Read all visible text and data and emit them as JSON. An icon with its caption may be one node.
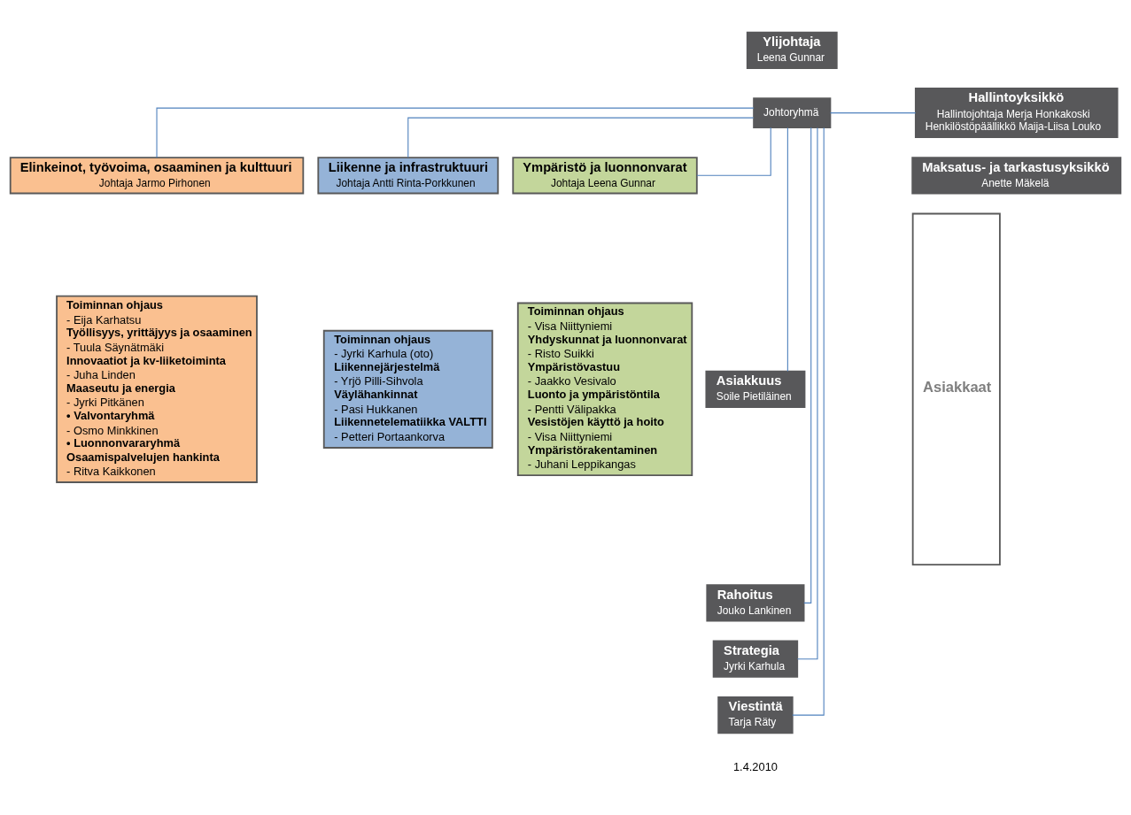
{
  "diagram": {
    "nodes": [
      {
        "text": [
          "Ylijohtaja",
          "Leena Gunnar"
        ]
      },
      {
        "text": [
          "Johtoryhmä"
        ]
      },
      {
        "text": [
          "Hallintoyksikkö",
          "Hallintojohtaja Merja Honkakoski",
          "Henkilöstöpäällikkö Maija-Liisa Louko"
        ]
      },
      {
        "text": [
          "Maksatus- ja tarkastusyksikkö",
          "Anette Mäkelä"
        ]
      },
      {
        "text": [
          "Elinkeinot, työvoima, osaaminen ja kulttuuri",
          "Johtaja Jarmo Pirhonen"
        ]
      },
      {
        "text": [
          "Liikenne ja infrastruktuuri",
          "Johtaja Antti Rinta-Porkkunen"
        ]
      },
      {
        "text": [
          "Ympäristö ja luonnonvarat",
          "Johtaja Leena Gunnar"
        ]
      },
      {
        "text": [
          "Toiminnan ohjaus",
          "- Eija Karhatsu",
          "Työllisyys, yrittäjyys ja osaaminen",
          "- Tuula Säynätmäki",
          "Innovaatiot ja kv-liiketoiminta",
          "- Juha Linden",
          "Maaseutu ja energia",
          "- Jyrki Pitkänen",
          "• Valvontaryhmä",
          "- Osmo Minkkinen",
          "• Luonnonvararyhmä",
          "Osaamispalvelujen hankinta",
          "- Ritva Kaikkonen"
        ]
      },
      {
        "text": [
          "Toiminnan ohjaus",
          "- Jyrki Karhula (oto)",
          "Liikennejärjestelmä",
          "- Yrjö Pilli-Sihvola",
          "Väylähankinnat",
          "- Pasi Hukkanen",
          "Liikennetelematiikka VALTTI",
          "- Petteri Portaankorva"
        ]
      },
      {
        "text": [
          "Toiminnan ohjaus",
          "- Visa Niittyniemi",
          "Yhdyskunnat ja luonnonvarat",
          "- Risto Suikki",
          "Ympäristövastuu",
          "- Jaakko Vesivalo",
          "Luonto ja ympäristöntila",
          "- Pentti Välipakka",
          "Vesistöjen käyttö ja hoito",
          "- Visa Niittyniemi",
          "Ympäristörakentaminen",
          "- Juhani Leppikangas"
        ]
      },
      {
        "text": [
          "Asiakkuus",
          "Soile Pietiläinen"
        ]
      },
      {
        "text": [
          "Rahoitus",
          "Jouko Lankinen"
        ]
      },
      {
        "text": [
          "Strategia",
          "Jyrki Karhula"
        ]
      },
      {
        "text": [
          "Viestintä",
          "Tarja Räty"
        ]
      },
      {
        "text": [
          "Asiakkaat"
        ]
      }
    ],
    "edges": [
      {
        "from": 1,
        "to": 2,
        "arrow": "none"
      },
      {
        "from": 1,
        "to": 4,
        "arrow": "none"
      },
      {
        "from": 1,
        "to": 5,
        "arrow": "none"
      },
      {
        "from": 1,
        "to": 6,
        "arrow": "none"
      },
      {
        "from": 1,
        "to": 10,
        "arrow": "none"
      },
      {
        "from": 1,
        "to": 11,
        "arrow": "none"
      },
      {
        "from": 1,
        "to": 12,
        "arrow": "none"
      },
      {
        "from": 1,
        "to": 13,
        "arrow": "none"
      }
    ],
    "labels": [
      "1.4.2010"
    ]
  }
}
